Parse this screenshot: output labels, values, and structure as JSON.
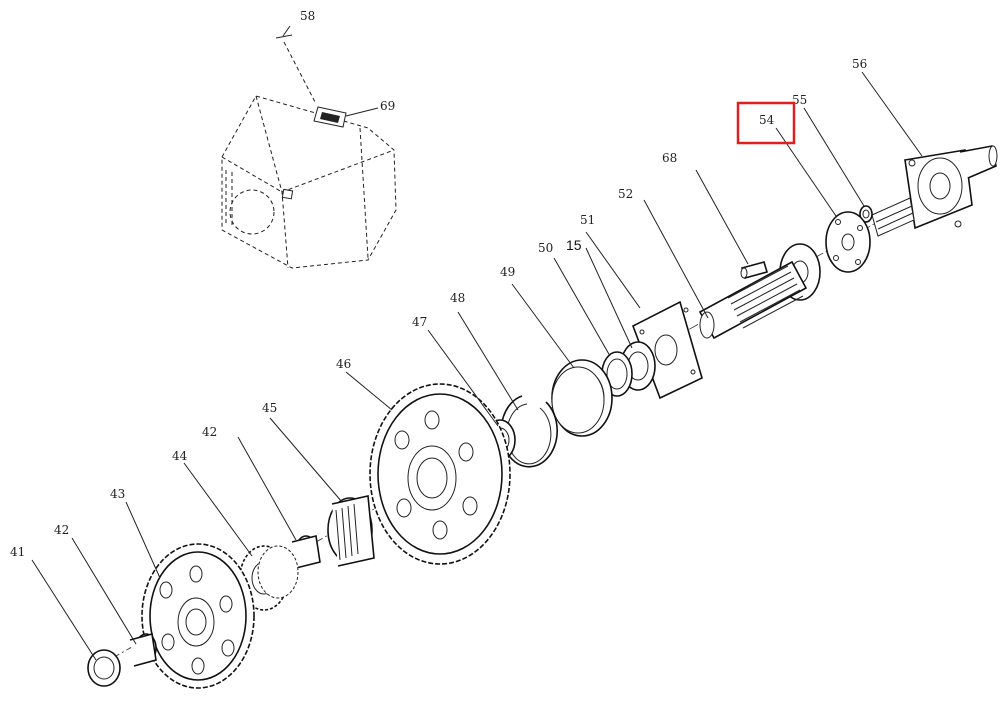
{
  "callouts": {
    "c41": "41",
    "c42a": "42",
    "c42b": "42",
    "c43": "43",
    "c44": "44",
    "c45": "45",
    "c46": "46",
    "c47": "47",
    "c48": "48",
    "c49": "49",
    "c50": "50",
    "c15": "15",
    "c51": "51",
    "c52": "52",
    "c68": "68",
    "c54": "54",
    "c55": "55",
    "c56": "56",
    "c58": "58",
    "c69": "69"
  },
  "highlight": {
    "target": "54",
    "color": "#e02020"
  }
}
